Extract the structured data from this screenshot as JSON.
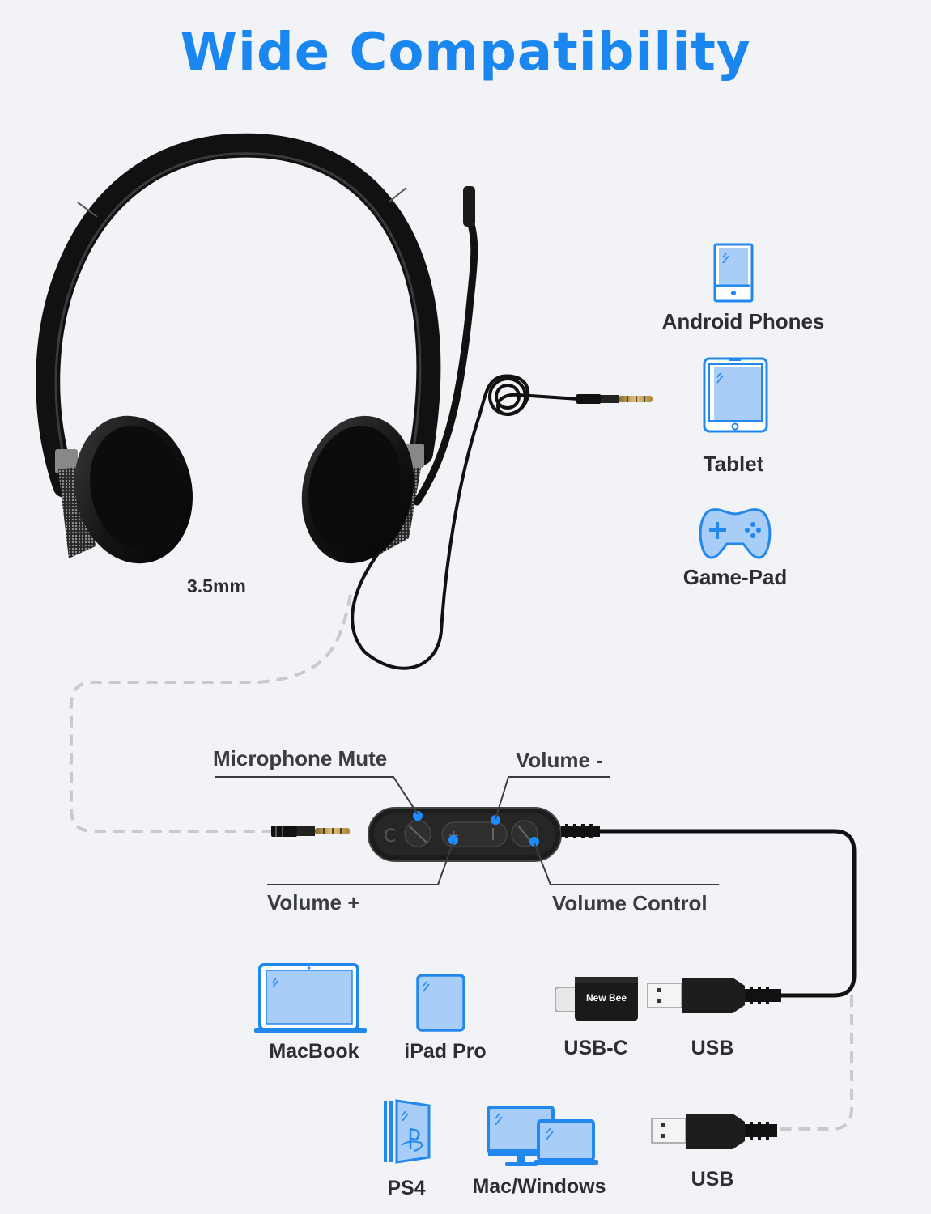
{
  "title": "Wide Compatibility",
  "colors": {
    "accent": "#1a86f0",
    "icon_fill": "#a8cdf7",
    "icon_stroke": "#2288ee",
    "text": "#2c2e33",
    "background": "#f1f3f6",
    "dashed_line": "#c8cacd",
    "callout_dot": "#1e8cff"
  },
  "headset": {
    "connector_label": "3.5mm"
  },
  "inline_control": {
    "callouts": [
      {
        "id": "mic-mute",
        "label": "Microphone Mute"
      },
      {
        "id": "volume-down",
        "label": "Volume -"
      },
      {
        "id": "volume-up",
        "label": "Volume +"
      },
      {
        "id": "volume-control",
        "label": "Volume Control"
      }
    ]
  },
  "devices_3_5mm": [
    {
      "icon": "phone-icon",
      "label": "Android Phones"
    },
    {
      "icon": "tablet-icon",
      "label": "Tablet"
    },
    {
      "icon": "gamepad-icon",
      "label": "Game-Pad"
    }
  ],
  "devices_usb": [
    {
      "icon": "laptop-icon",
      "label": "MacBook"
    },
    {
      "icon": "ipad-icon",
      "label": "iPad Pro"
    },
    {
      "icon": "ps4-icon",
      "label": "PS4"
    },
    {
      "icon": "desktop-laptop-icon",
      "label": "Mac/Windows"
    }
  ],
  "connectors": [
    {
      "icon": "usb-c-adapter-icon",
      "label": "USB-C",
      "brand_text": "New Bee"
    },
    {
      "icon": "usb-a-plug-icon",
      "label": "USB"
    },
    {
      "icon": "usb-a-plug-icon",
      "label": "USB"
    }
  ]
}
